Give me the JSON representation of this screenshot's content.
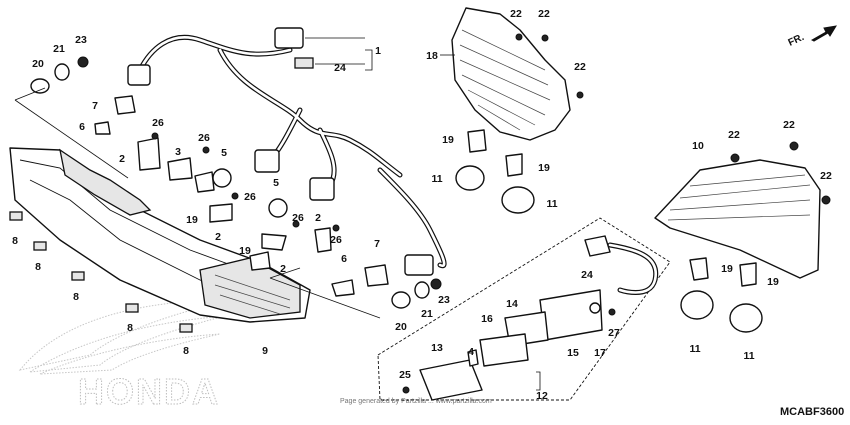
{
  "figure_code": "MCABF3600",
  "direction_label": "FR.",
  "brand": "HONDA",
  "watermark": "Page generated by Partzilla ... www.partzilla.com",
  "callouts": [
    {
      "id": "c1",
      "label": "1"
    },
    {
      "id": "c24a",
      "label": "24"
    },
    {
      "id": "c18",
      "label": "18"
    },
    {
      "id": "c22a",
      "label": "22"
    },
    {
      "id": "c22b",
      "label": "22"
    },
    {
      "id": "c22c",
      "label": "22"
    },
    {
      "id": "c20a",
      "label": "20"
    },
    {
      "id": "c21a",
      "label": "21"
    },
    {
      "id": "c23a",
      "label": "23"
    },
    {
      "id": "c7a",
      "label": "7"
    },
    {
      "id": "c6a",
      "label": "6"
    },
    {
      "id": "c26a",
      "label": "26"
    },
    {
      "id": "c26b",
      "label": "26"
    },
    {
      "id": "c2a",
      "label": "2"
    },
    {
      "id": "c3",
      "label": "3"
    },
    {
      "id": "c5a",
      "label": "5"
    },
    {
      "id": "c26c",
      "label": "26"
    },
    {
      "id": "c19a",
      "label": "19"
    },
    {
      "id": "c2b",
      "label": "2"
    },
    {
      "id": "c5b",
      "label": "5"
    },
    {
      "id": "c26d",
      "label": "26"
    },
    {
      "id": "c2c",
      "label": "2"
    },
    {
      "id": "c26e",
      "label": "26"
    },
    {
      "id": "c19b",
      "label": "19"
    },
    {
      "id": "c2d",
      "label": "2"
    },
    {
      "id": "c7b",
      "label": "7"
    },
    {
      "id": "c6b",
      "label": "6"
    },
    {
      "id": "c20b",
      "label": "20"
    },
    {
      "id": "c21b",
      "label": "21"
    },
    {
      "id": "c23b",
      "label": "23"
    },
    {
      "id": "c8a",
      "label": "8"
    },
    {
      "id": "c8b",
      "label": "8"
    },
    {
      "id": "c8c",
      "label": "8"
    },
    {
      "id": "c8d",
      "label": "8"
    },
    {
      "id": "c8e",
      "label": "8"
    },
    {
      "id": "c9",
      "label": "9"
    },
    {
      "id": "c19c",
      "label": "19"
    },
    {
      "id": "c19d",
      "label": "19"
    },
    {
      "id": "c11a",
      "label": "11"
    },
    {
      "id": "c11b",
      "label": "11"
    },
    {
      "id": "c10",
      "label": "10"
    },
    {
      "id": "c22d",
      "label": "22"
    },
    {
      "id": "c22e",
      "label": "22"
    },
    {
      "id": "c22f",
      "label": "22"
    },
    {
      "id": "c19e",
      "label": "19"
    },
    {
      "id": "c19f",
      "label": "19"
    },
    {
      "id": "c11c",
      "label": "11"
    },
    {
      "id": "c11d",
      "label": "11"
    },
    {
      "id": "c24b",
      "label": "24"
    },
    {
      "id": "c14",
      "label": "14"
    },
    {
      "id": "c16",
      "label": "16"
    },
    {
      "id": "c13",
      "label": "13"
    },
    {
      "id": "c4",
      "label": "4"
    },
    {
      "id": "c15",
      "label": "15"
    },
    {
      "id": "c17",
      "label": "17"
    },
    {
      "id": "c27",
      "label": "27"
    },
    {
      "id": "c25",
      "label": "25"
    },
    {
      "id": "c12",
      "label": "12"
    }
  ]
}
